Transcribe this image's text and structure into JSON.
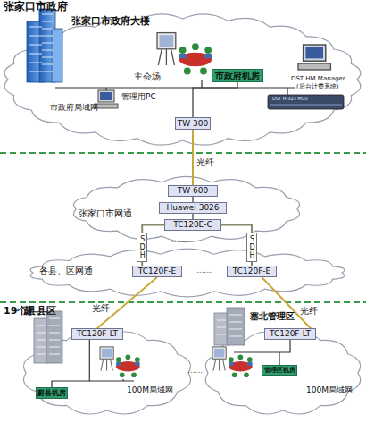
{
  "diagram": {
    "nodes": [
      {
        "text": [
          "张家口市政府",
          "市政府局域网"
        ]
      },
      {
        "text": [
          "市政府机房"
        ],
        "in": 0
      },
      {
        "text": [
          "TW 300"
        ],
        "in": 0
      },
      {
        "text": [
          "张家口市网通"
        ]
      },
      {
        "text": [
          "TW 600"
        ],
        "in": 3
      },
      {
        "text": [
          "Huawei 3026"
        ],
        "in": 3
      },
      {
        "text": [
          "TC120E-C"
        ],
        "in": 3
      },
      {
        "text": [
          "各县、区网通"
        ]
      },
      {
        "text": [
          "TC120F-E"
        ],
        "in": 7
      },
      {
        "text": [
          "TC120F-E"
        ],
        "in": 7
      },
      {
        "text": [
          "蔚 县",
          "100M局域网"
        ]
      },
      {
        "text": [
          "TC120F-LT"
        ],
        "in": 10
      },
      {
        "text": [
          "蔚县机房"
        ],
        "in": 10
      },
      {
        "text": [
          "塞北管理区",
          "100M局域网"
        ]
      },
      {
        "text": [
          "TC120F-LT"
        ],
        "in": 13
      },
      {
        "text": [
          "管理区机房"
        ],
        "in": 13
      }
    ],
    "edges": [
      {
        "from": 1,
        "to": 2,
        "arrow": "none"
      },
      {
        "from": 2,
        "to": 4,
        "label": "光纤",
        "arrow": "none"
      },
      {
        "from": 4,
        "to": 5,
        "arrow": "none"
      },
      {
        "from": 5,
        "to": 6,
        "arrow": "none"
      },
      {
        "from": 6,
        "to": 8,
        "label": "SDH",
        "arrow": "none"
      },
      {
        "from": 6,
        "to": 9,
        "label": "SDH",
        "arrow": "none"
      },
      {
        "from": 8,
        "to": 11,
        "label": "光纤",
        "arrow": "none"
      },
      {
        "from": 9,
        "to": 14,
        "label": "光纤",
        "arrow": "none"
      },
      {
        "from": 11,
        "to": 12,
        "arrow": "none"
      },
      {
        "from": 14,
        "to": 15,
        "arrow": "none"
      }
    ],
    "labels": [
      "张家口市政府大楼",
      "主会场",
      "DST HM Manager",
      "(后台计费系统)",
      "DST H-323 MCU",
      "管理用PC",
      "......",
      "......",
      "19个县、区",
      "......"
    ]
  }
}
